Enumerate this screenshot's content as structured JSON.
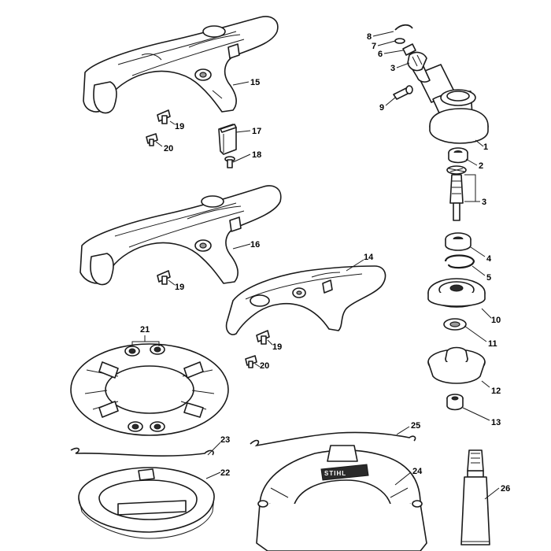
{
  "labels": {
    "l1": "1",
    "l2": "2",
    "l3a": "3",
    "l3b": "3",
    "l4": "4",
    "l5": "5",
    "l6": "6",
    "l7": "7",
    "l8": "8",
    "l9": "9",
    "l10": "10",
    "l11": "11",
    "l12": "12",
    "l13": "13",
    "l14": "14",
    "l15": "15",
    "l16": "16",
    "l17": "17",
    "l18": "18",
    "l19a": "19",
    "l19b": "19",
    "l19c": "19",
    "l20a": "20",
    "l20b": "20",
    "l21": "21",
    "l22": "22",
    "l23": "23",
    "l24": "24",
    "l25": "25",
    "l26": "26"
  },
  "brand": "STIHL"
}
